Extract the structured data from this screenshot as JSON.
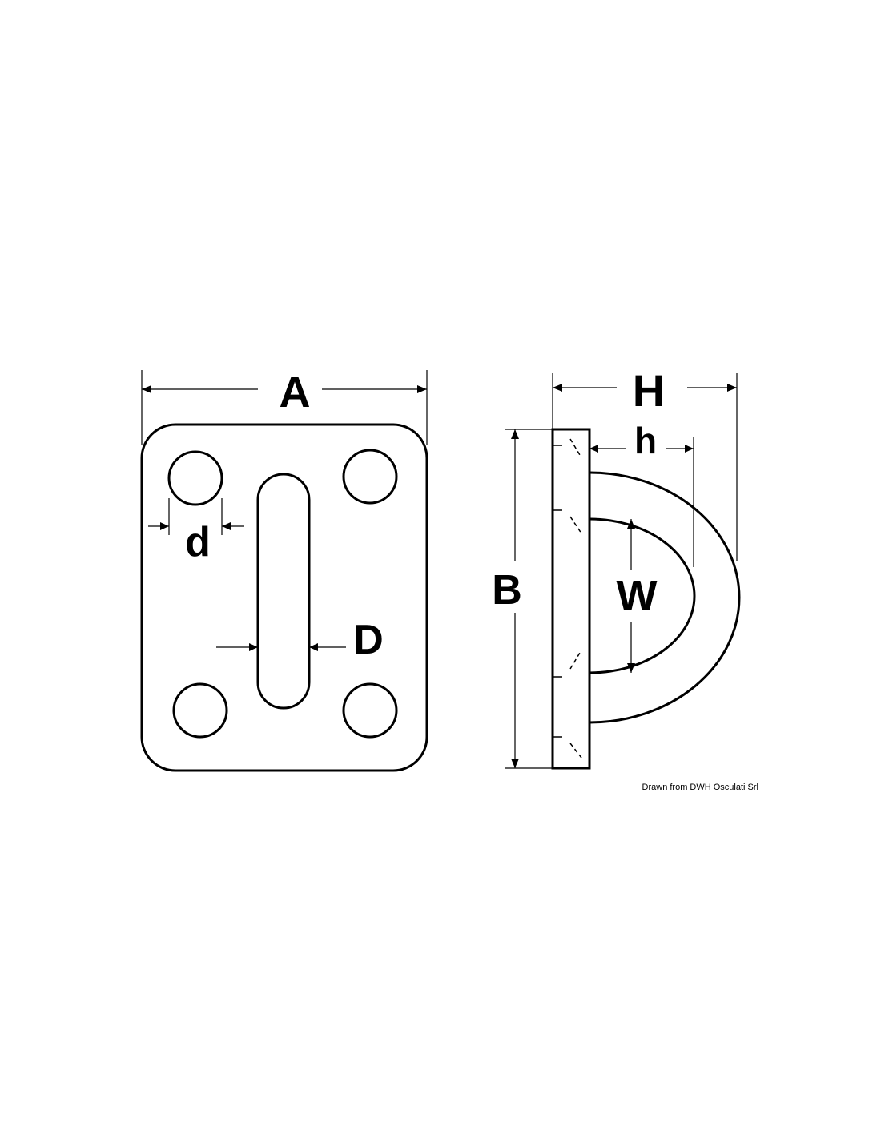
{
  "labels": {
    "A": "A",
    "B": "B",
    "d": "d",
    "D": "D",
    "H": "H",
    "h": "h",
    "W": "W"
  },
  "credit": "Drawn from DWH Osculati Srl",
  "colors": {
    "line": "#000000",
    "background": "#ffffff"
  }
}
